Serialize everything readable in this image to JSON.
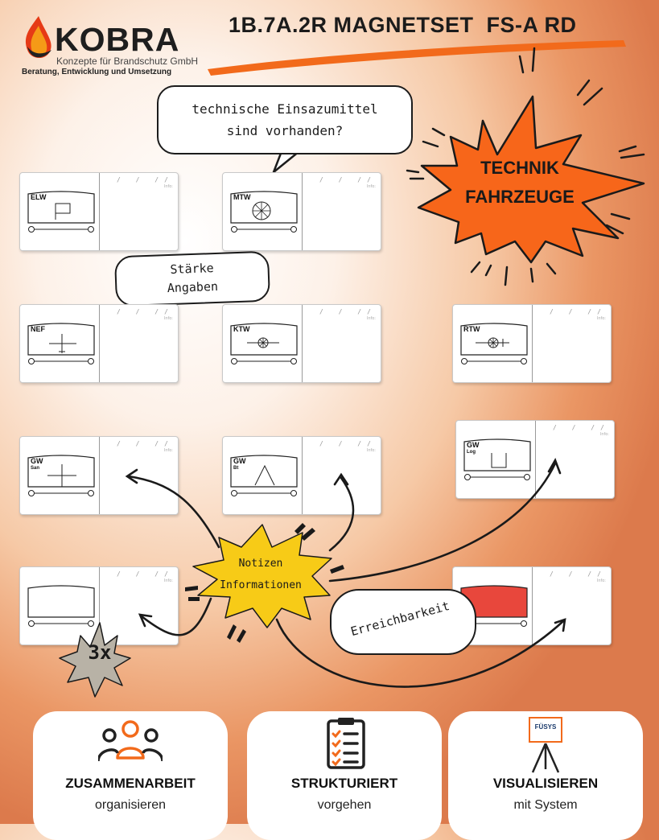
{
  "logo": {
    "word": "KOBRA",
    "subtitle": "Konzepte für Brandschutz GmbH",
    "tagline": "Beratung, Entwicklung und Umsetzung"
  },
  "header": {
    "title": "1B.7A.2R MAGNETSET  FS-A RD"
  },
  "bubbles": {
    "tech_line1": "technische Einsazumittel",
    "tech_line2": "sind vorhanden?",
    "staerke_line1": "Stärke",
    "staerke_line2": "Angaben",
    "erreichbarkeit": "Erreichbarkeit"
  },
  "starburst": {
    "technik_line1": "TECHNIK",
    "technik_line2": "FAHRZEUGE",
    "notizen_line1": "Notizen",
    "notizen_line2": "Informationen",
    "count": "3x"
  },
  "card_common": {
    "slashes": "/ / //",
    "info": "Info:"
  },
  "cards": [
    {
      "label": "ELW",
      "sub": ""
    },
    {
      "label": "MTW",
      "sub": ""
    },
    {
      "label": "NEF",
      "sub": ""
    },
    {
      "label": "KTW",
      "sub": ""
    },
    {
      "label": "RTW",
      "sub": ""
    },
    {
      "label": "GW",
      "sub": "San"
    },
    {
      "label": "GW",
      "sub": "Bt"
    },
    {
      "label": "GW",
      "sub": "Log"
    },
    {
      "label": "",
      "sub": ""
    },
    {
      "label": "",
      "sub": ""
    }
  ],
  "features": [
    {
      "title": "ZUSAMMENARBEIT",
      "subtitle": "organisieren",
      "icon": "team-icon"
    },
    {
      "title": "STRUKTURIERT",
      "subtitle": "vorgehen",
      "icon": "clipboard-checklist-icon"
    },
    {
      "title": "VISUALISIEREN",
      "subtitle": "mit System",
      "icon": "easel-board-icon"
    }
  ],
  "easel_brand": "FÜSYS",
  "colors": {
    "orange": "#f26a1b",
    "starburst": "#f7661a",
    "notizen": "#f7cb17",
    "red_tile": "#e8473c",
    "grey_burst": "#b8b2a6"
  }
}
